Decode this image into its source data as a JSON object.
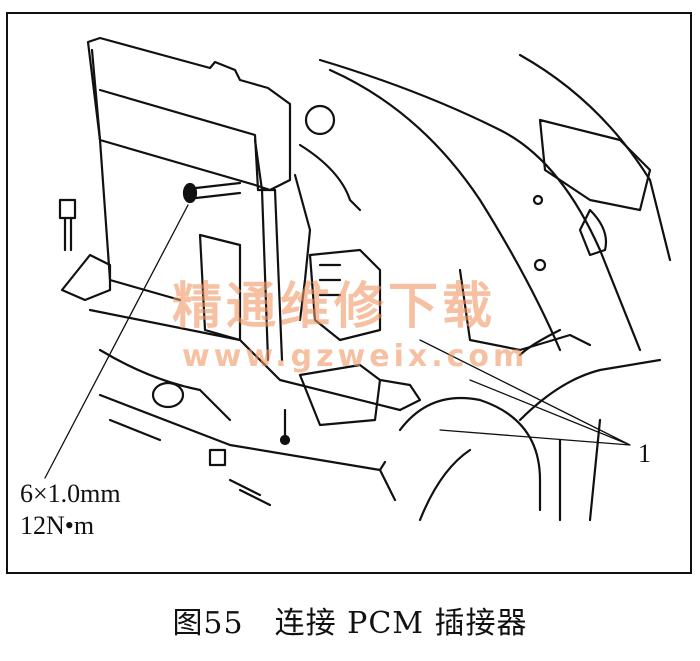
{
  "figure": {
    "labels": {
      "bolt_spec_size": "6×1.0mm",
      "bolt_spec_torque": "12N•m",
      "callout_1": "1"
    },
    "watermark": {
      "text_cn": "精通维修下载",
      "url": "www.gzweix.com"
    },
    "caption": "图55　连接 PCM 插接器"
  }
}
